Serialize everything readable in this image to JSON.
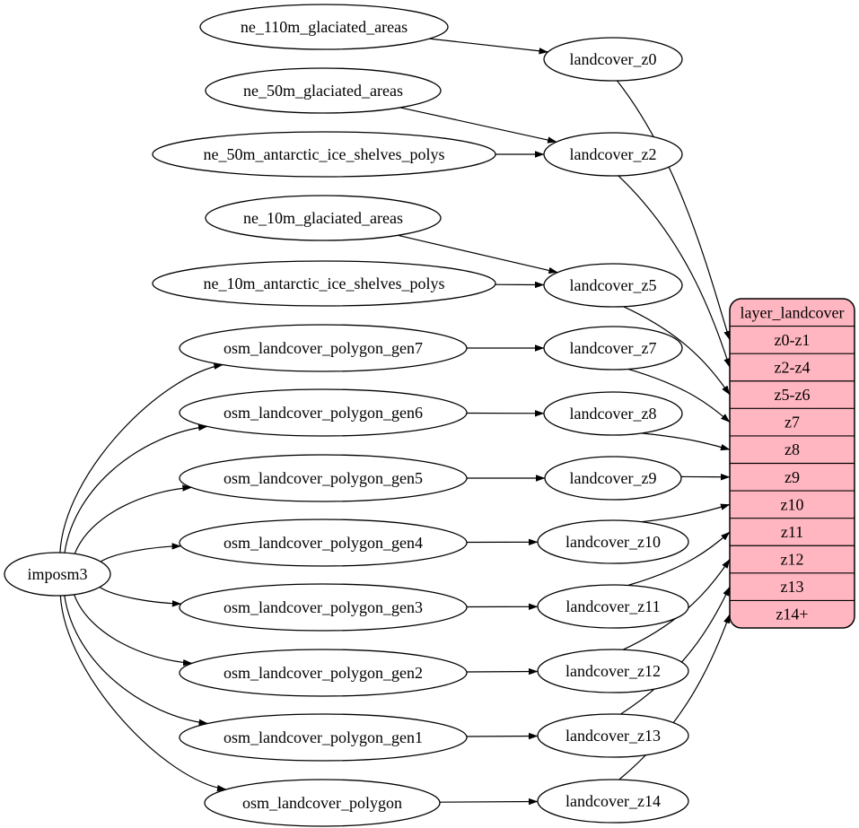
{
  "diagram": {
    "type": "flow-graph",
    "colors": {
      "background": "#ffffff",
      "node_fill": "#ffffff",
      "node_stroke": "#000000",
      "edge": "#000000",
      "table_fill": "#ffb6c1",
      "table_stroke": "#000000",
      "text": "#000000"
    },
    "nodes": [
      {
        "id": "imposm3",
        "label": "imposm3"
      },
      {
        "id": "ne_110m_glaciated_areas",
        "label": "ne_110m_glaciated_areas"
      },
      {
        "id": "ne_50m_glaciated_areas",
        "label": "ne_50m_glaciated_areas"
      },
      {
        "id": "ne_50m_antarctic_ice_shelves_polys",
        "label": "ne_50m_antarctic_ice_shelves_polys"
      },
      {
        "id": "ne_10m_glaciated_areas",
        "label": "ne_10m_glaciated_areas"
      },
      {
        "id": "ne_10m_antarctic_ice_shelves_polys",
        "label": "ne_10m_antarctic_ice_shelves_polys"
      },
      {
        "id": "osm_landcover_polygon_gen7",
        "label": "osm_landcover_polygon_gen7"
      },
      {
        "id": "osm_landcover_polygon_gen6",
        "label": "osm_landcover_polygon_gen6"
      },
      {
        "id": "osm_landcover_polygon_gen5",
        "label": "osm_landcover_polygon_gen5"
      },
      {
        "id": "osm_landcover_polygon_gen4",
        "label": "osm_landcover_polygon_gen4"
      },
      {
        "id": "osm_landcover_polygon_gen3",
        "label": "osm_landcover_polygon_gen3"
      },
      {
        "id": "osm_landcover_polygon_gen2",
        "label": "osm_landcover_polygon_gen2"
      },
      {
        "id": "osm_landcover_polygon_gen1",
        "label": "osm_landcover_polygon_gen1"
      },
      {
        "id": "osm_landcover_polygon",
        "label": "osm_landcover_polygon"
      },
      {
        "id": "landcover_z0",
        "label": "landcover_z0"
      },
      {
        "id": "landcover_z2",
        "label": "landcover_z2"
      },
      {
        "id": "landcover_z5",
        "label": "landcover_z5"
      },
      {
        "id": "landcover_z7",
        "label": "landcover_z7"
      },
      {
        "id": "landcover_z8",
        "label": "landcover_z8"
      },
      {
        "id": "landcover_z9",
        "label": "landcover_z9"
      },
      {
        "id": "landcover_z10",
        "label": "landcover_z10"
      },
      {
        "id": "landcover_z11",
        "label": "landcover_z11"
      },
      {
        "id": "landcover_z12",
        "label": "landcover_z12"
      },
      {
        "id": "landcover_z13",
        "label": "landcover_z13"
      },
      {
        "id": "landcover_z14",
        "label": "landcover_z14"
      }
    ],
    "table": {
      "title": "layer_landcover",
      "rows": [
        "z0-z1",
        "z2-z4",
        "z5-z6",
        "z7",
        "z8",
        "z9",
        "z10",
        "z11",
        "z12",
        "z13",
        "z14+"
      ]
    },
    "edges": [
      {
        "from": "ne_110m_glaciated_areas",
        "to": "landcover_z0"
      },
      {
        "from": "ne_50m_glaciated_areas",
        "to": "landcover_z2"
      },
      {
        "from": "ne_50m_antarctic_ice_shelves_polys",
        "to": "landcover_z2"
      },
      {
        "from": "ne_10m_glaciated_areas",
        "to": "landcover_z5"
      },
      {
        "from": "ne_10m_antarctic_ice_shelves_polys",
        "to": "landcover_z5"
      },
      {
        "from": "imposm3",
        "to": "osm_landcover_polygon_gen7"
      },
      {
        "from": "imposm3",
        "to": "osm_landcover_polygon_gen6"
      },
      {
        "from": "imposm3",
        "to": "osm_landcover_polygon_gen5"
      },
      {
        "from": "imposm3",
        "to": "osm_landcover_polygon_gen4"
      },
      {
        "from": "imposm3",
        "to": "osm_landcover_polygon_gen3"
      },
      {
        "from": "imposm3",
        "to": "osm_landcover_polygon_gen2"
      },
      {
        "from": "imposm3",
        "to": "osm_landcover_polygon_gen1"
      },
      {
        "from": "imposm3",
        "to": "osm_landcover_polygon"
      },
      {
        "from": "osm_landcover_polygon_gen7",
        "to": "landcover_z7"
      },
      {
        "from": "osm_landcover_polygon_gen6",
        "to": "landcover_z8"
      },
      {
        "from": "osm_landcover_polygon_gen5",
        "to": "landcover_z9"
      },
      {
        "from": "osm_landcover_polygon_gen4",
        "to": "landcover_z10"
      },
      {
        "from": "osm_landcover_polygon_gen3",
        "to": "landcover_z11"
      },
      {
        "from": "osm_landcover_polygon_gen2",
        "to": "landcover_z12"
      },
      {
        "from": "osm_landcover_polygon_gen1",
        "to": "landcover_z13"
      },
      {
        "from": "osm_landcover_polygon",
        "to": "landcover_z14"
      },
      {
        "from": "landcover_z0",
        "to": "row:z0-z1"
      },
      {
        "from": "landcover_z2",
        "to": "row:z2-z4"
      },
      {
        "from": "landcover_z5",
        "to": "row:z5-z6"
      },
      {
        "from": "landcover_z7",
        "to": "row:z7"
      },
      {
        "from": "landcover_z8",
        "to": "row:z8"
      },
      {
        "from": "landcover_z9",
        "to": "row:z9"
      },
      {
        "from": "landcover_z10",
        "to": "row:z10"
      },
      {
        "from": "landcover_z11",
        "to": "row:z11"
      },
      {
        "from": "landcover_z12",
        "to": "row:z12"
      },
      {
        "from": "landcover_z13",
        "to": "row:z13"
      },
      {
        "from": "landcover_z14",
        "to": "row:z14+"
      }
    ]
  }
}
